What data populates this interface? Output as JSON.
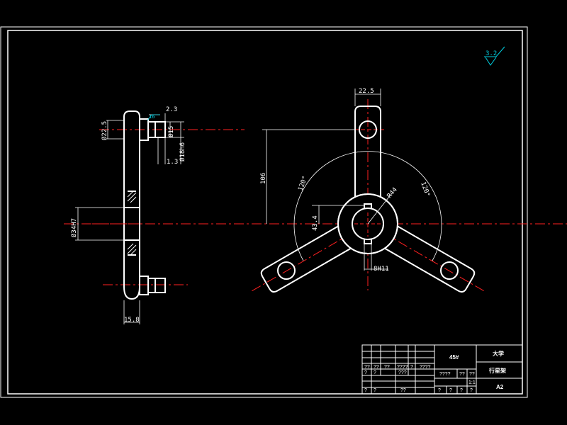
{
  "colors": {
    "background": "#000000",
    "outline": "#ffffff",
    "centerline": "#ff2020",
    "annotation": "#00cfe0"
  },
  "surface_finish": "3.2",
  "side_view": {
    "dims": {
      "top_dia": "Ø22.5",
      "top_width": "2.3",
      "small_dia": "Ø15",
      "fit_dia": "Ø18h6",
      "chamfer": "1.3",
      "bore_dia": "Ø34H7",
      "bottom_width": "15.8",
      "roughness": "16"
    }
  },
  "front_view": {
    "dims": {
      "arm_width": "22.5",
      "arm_length": "106",
      "hub_offset": "43.4",
      "radius": "R44",
      "angle_left": "120°",
      "angle_right": "120°",
      "keyway": "8H11"
    }
  },
  "title_block": {
    "material": "45#",
    "school": "大学",
    "part_name": "行星架",
    "sheet_size": "A2",
    "scale": "1:1",
    "grid_row1": [
      "??",
      "??",
      "??",
      "????",
      "?",
      "????"
    ],
    "grid_row2": [
      "?",
      "?",
      "???"
    ],
    "grid_row3": [
      "?",
      "?",
      "??"
    ],
    "info_row": [
      "????",
      "??",
      "??"
    ],
    "info_row2": [
      "?",
      "?",
      "?",
      "?"
    ]
  }
}
